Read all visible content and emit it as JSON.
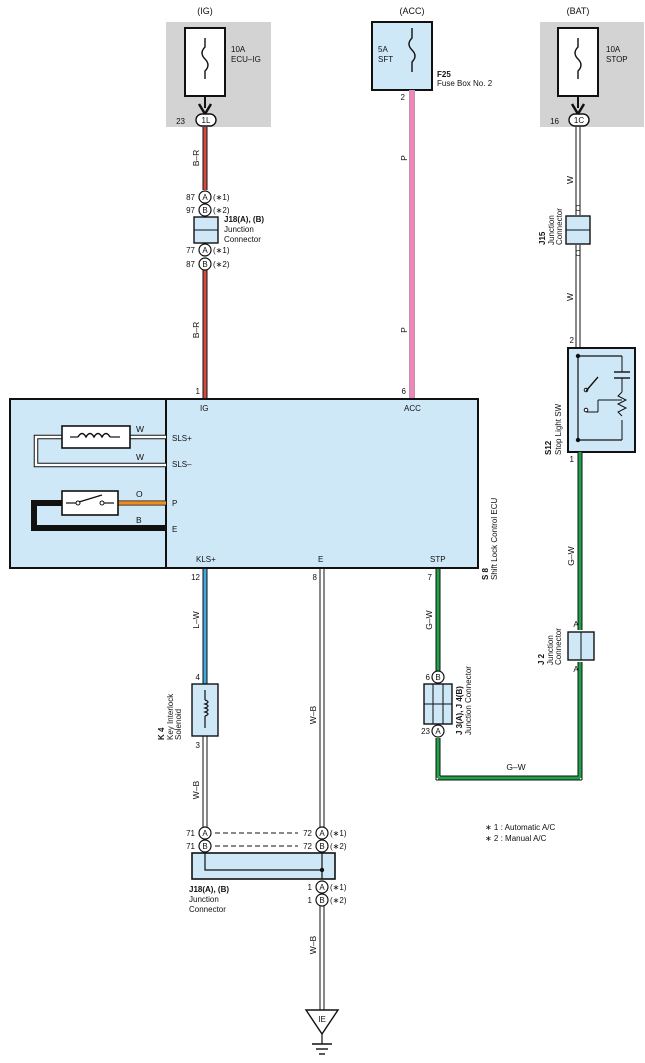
{
  "power": {
    "ig": {
      "label": "(IG)",
      "fuse": "10A",
      "fuse_name": "ECU–IG",
      "pin": "23",
      "conn": "1L"
    },
    "acc": {
      "label": "(ACC)",
      "fuse": "5A",
      "fuse_name": "SFT",
      "pin": "2",
      "ref": "F25",
      "ref_name": "Fuse Box No. 2"
    },
    "bat": {
      "label": "(BAT)",
      "fuse": "10A",
      "fuse_name": "STOP",
      "pin": "16",
      "conn": "1C"
    }
  },
  "wires": {
    "br": "B–R",
    "p": "P",
    "w": "W",
    "o": "O",
    "b": "B",
    "lw": "L–W",
    "wb": "W–B",
    "gw": "G–W"
  },
  "j18_top": {
    "rows": [
      {
        "pin": "87",
        "letter": "A",
        "note": "(∗1)"
      },
      {
        "pin": "97",
        "letter": "B",
        "note": "(∗2)"
      },
      {
        "pin": "77",
        "letter": "A",
        "note": "(∗1)"
      },
      {
        "pin": "87",
        "letter": "B",
        "note": "(∗2)"
      }
    ],
    "title": "J18(A), (B)",
    "sub1": "Junction",
    "sub2": "Connector"
  },
  "j15": {
    "ref": "J15",
    "sub1": "Junction",
    "sub2": "Connector",
    "pin_top": "C",
    "pin_bot": "C"
  },
  "s12": {
    "ref": "S12",
    "name": "Stop Light SW",
    "pin_top": "2",
    "pin_bot": "1"
  },
  "ecu": {
    "ref": "S 8",
    "name": "Shift Lock Control ECU",
    "pins_top": {
      "ig": "IG",
      "ig_no": "1",
      "acc": "ACC",
      "acc_no": "6"
    },
    "pins_left": {
      "slsp": "SLS+",
      "slsm": "SLS–",
      "p": "P",
      "e": "E"
    },
    "pins_bottom": {
      "klsp": "KLS+",
      "klsp_no": "12",
      "e": "E",
      "e_no": "8",
      "stp": "STP",
      "stp_no": "7"
    }
  },
  "j2": {
    "ref": "J 2",
    "sub1": "Junction",
    "sub2": "Connector",
    "pin_top": "A",
    "pin_bot": "A"
  },
  "j34": {
    "ref": "J 3(A), J 4(B)",
    "sub": "Junction Connector",
    "pin_top_no": "6",
    "pin_top": "B",
    "pin_bot_no": "23",
    "pin_bot": "A"
  },
  "k4": {
    "ref": "K 4",
    "name1": "Key Interlock",
    "name2": "Solenoid",
    "pin_top": "4",
    "pin_bot": "3"
  },
  "j18_bottom": {
    "left_top_no": "71",
    "left_top": "A",
    "left_bot_no": "71",
    "left_bot": "B",
    "right_top_no": "72",
    "right_top": "A",
    "right_top_note": "(∗1)",
    "right_bot_no": "72",
    "right_bot": "B",
    "right_bot_note": "(∗2)",
    "out_top_no": "1",
    "out_top": "A",
    "out_top_note": "(∗1)",
    "out_bot_no": "1",
    "out_bot": "B",
    "out_bot_note": "(∗2)",
    "title": "J18(A), (B)",
    "sub1": "Junction",
    "sub2": "Connector"
  },
  "ground": {
    "label": "IE"
  },
  "notes": [
    "∗ 1 : Automatic A/C",
    "∗ 2 : Manual A/C"
  ],
  "colors": {
    "box_fill": "#cfe8f8",
    "gray_fill": "#d3d3d3",
    "wire_br": "#d44a3e",
    "wire_p": "#ef86b9",
    "wire_o": "#f28c1e",
    "wire_lw": "#3ea9de",
    "wire_gw": "#1ea24a"
  }
}
